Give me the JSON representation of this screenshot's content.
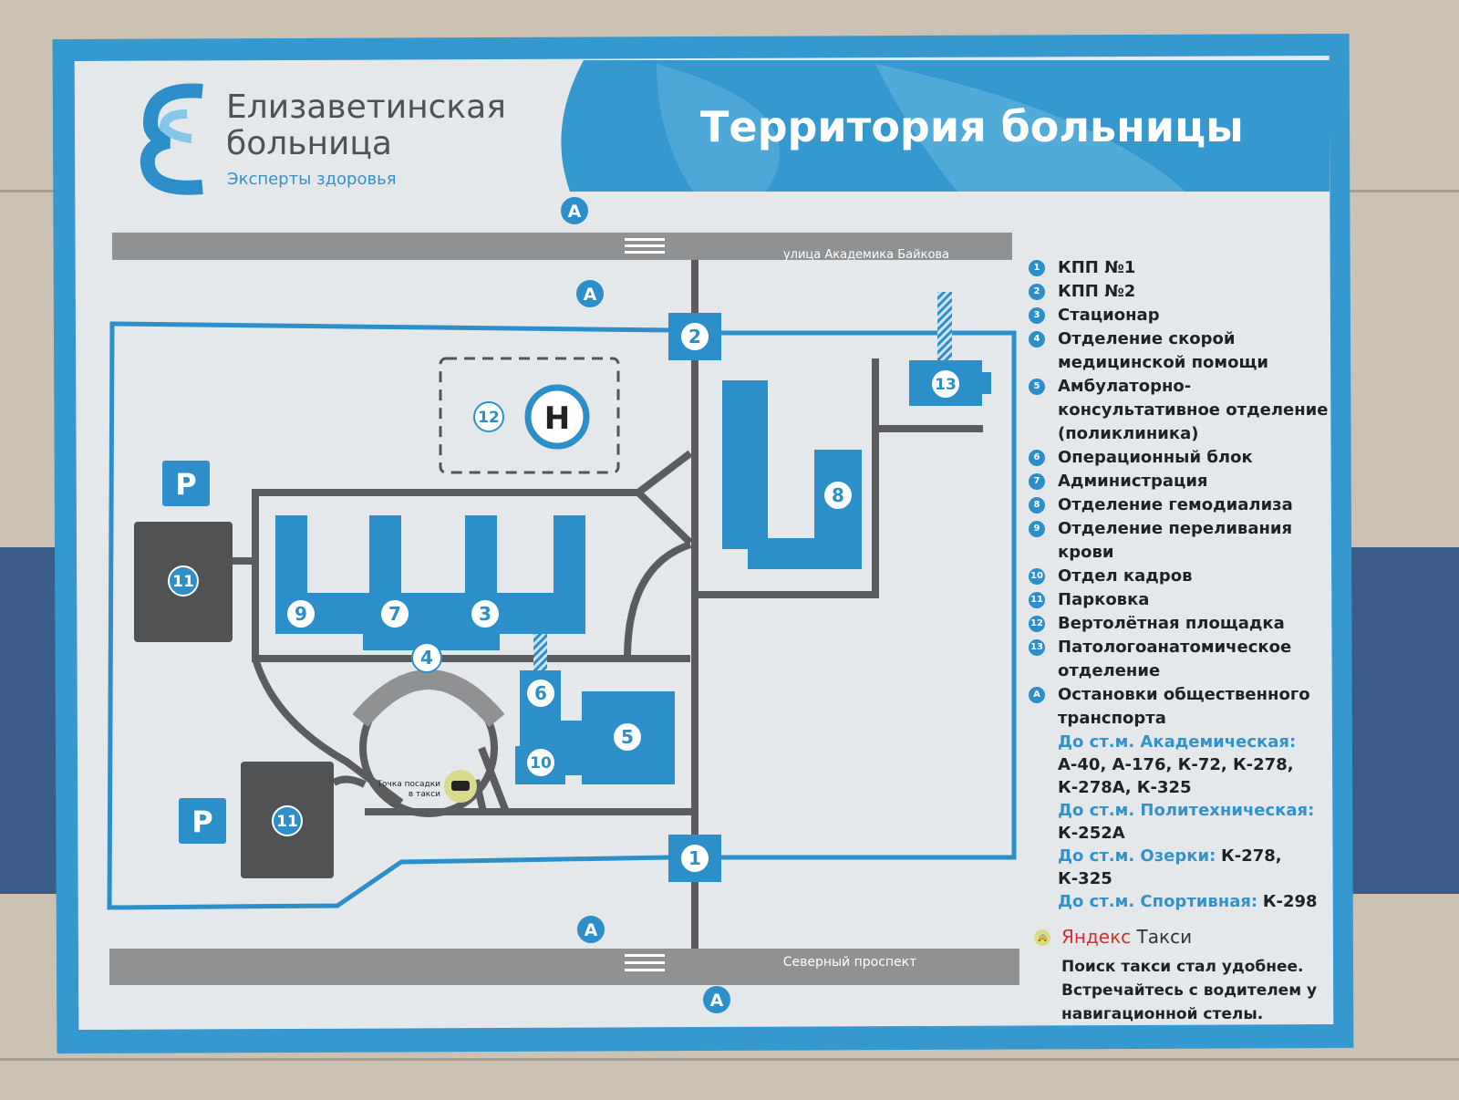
{
  "header": {
    "logo_name_line1": "Елизаветинская",
    "logo_name_line2": "больница",
    "logo_tagline": "Эксперты здоровья",
    "title": "Территория больницы"
  },
  "map": {
    "street_top": "улица Академика Байкова",
    "street_bottom": "Северный проспект",
    "bus_stop_symbol": "A",
    "parking_symbol": "P",
    "heliport_symbol": "H",
    "taxi_point_line1": "Точка посадки",
    "taxi_point_line2": "в такси",
    "markers": [
      "1",
      "2",
      "3",
      "4",
      "5",
      "6",
      "7",
      "8",
      "9",
      "10",
      "11",
      "12",
      "13"
    ]
  },
  "legend": {
    "items": [
      {
        "num": "1",
        "label": "КПП №1"
      },
      {
        "num": "2",
        "label": "КПП №2"
      },
      {
        "num": "3",
        "label": "Стационар"
      },
      {
        "num": "4",
        "label": "Отделение скорой медицинской помощи"
      },
      {
        "num": "5",
        "label": "Амбулаторно-консультативное отделение (поликлиника)"
      },
      {
        "num": "6",
        "label": "Операционный блок"
      },
      {
        "num": "7",
        "label": "Администрация"
      },
      {
        "num": "8",
        "label": "Отделение гемодиализа"
      },
      {
        "num": "9",
        "label": "Отделение переливания крови"
      },
      {
        "num": "10",
        "label": "Отдел кадров"
      },
      {
        "num": "11",
        "label": "Парковка"
      },
      {
        "num": "12",
        "label": "Вертолётная площадка"
      },
      {
        "num": "13",
        "label": "Патологоанатомическое отделение"
      },
      {
        "num": "A",
        "label": "Остановки общественного транспорта"
      }
    ],
    "routes": [
      {
        "heading": "До ст.м. Академическая:",
        "buses": "А-40, А-176, К-72, К-278, К-278А, К-325"
      },
      {
        "heading": "До ст.м. Политехническая:",
        "buses": "К-252А"
      },
      {
        "heading": "До ст.м. Озерки:",
        "buses": "К-278, К-325"
      },
      {
        "heading": "До ст.м. Спортивная:",
        "buses": "К-298"
      }
    ],
    "taxi_brand_1": "Яндекс",
    "taxi_brand_2": "Такси",
    "taxi_promo": "Поиск такси стал удобнее. Встречайтесь с водителем у навигационной стелы."
  },
  "colors": {
    "brand_blue": "#2c8fc9",
    "road": "#8f9193",
    "parking": "#505254"
  }
}
